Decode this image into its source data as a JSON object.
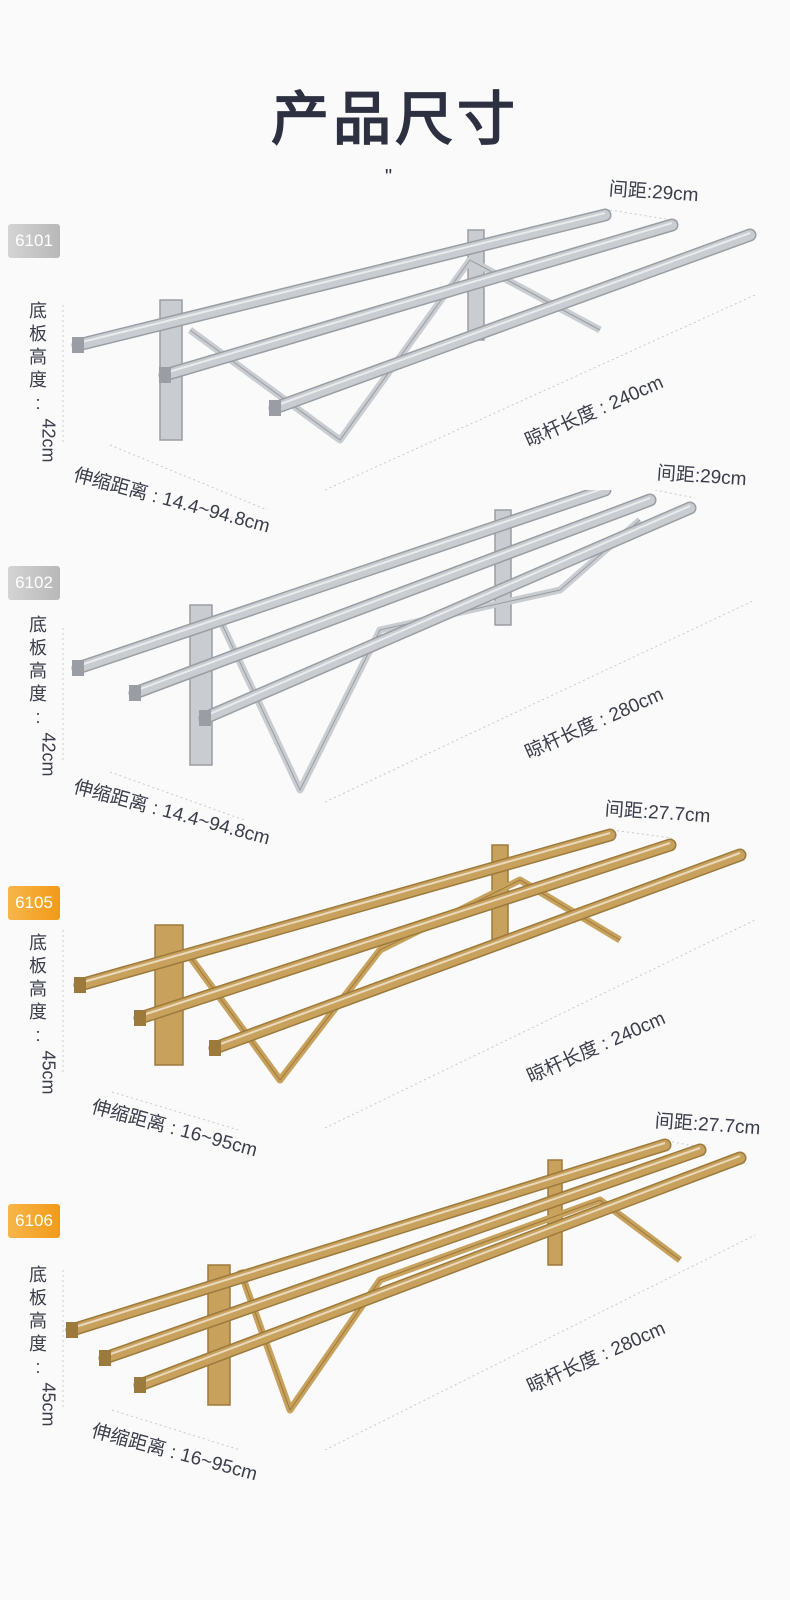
{
  "title": "产品尺寸",
  "quote_mark": "\"",
  "colors": {
    "silver": "#c9ccd0",
    "gold": "#c8a15c",
    "badge_silver": "#c4c4c4",
    "badge_gold": "#f4a52a"
  },
  "products": [
    {
      "model": "6101",
      "finish": "silver",
      "height_chars": [
        "底",
        "板",
        "高",
        "度",
        ":"
      ],
      "height_value": "42cm",
      "spacing": "间距:29cm",
      "rod_length": "晾杆长度 : 240cm",
      "extension": "伸缩距离 : 14.4~94.8cm"
    },
    {
      "model": "6102",
      "finish": "silver",
      "height_chars": [
        "底",
        "板",
        "高",
        "度",
        ":"
      ],
      "height_value": "42cm",
      "spacing": "间距:29cm",
      "rod_length": "晾杆长度 : 280cm",
      "extension": "伸缩距离 : 14.4~94.8cm"
    },
    {
      "model": "6105",
      "finish": "gold",
      "height_chars": [
        "底",
        "板",
        "高",
        "度",
        ":"
      ],
      "height_value": "45cm",
      "spacing": "间距:27.7cm",
      "rod_length": "晾杆长度 : 240cm",
      "extension": "伸缩距离 : 16~95cm"
    },
    {
      "model": "6106",
      "finish": "gold",
      "height_chars": [
        "底",
        "板",
        "高",
        "度",
        ":"
      ],
      "height_value": "45cm",
      "spacing": "间距:27.7cm",
      "rod_length": "晾杆长度 : 280cm",
      "extension": "伸缩距离 : 16~95cm"
    }
  ]
}
